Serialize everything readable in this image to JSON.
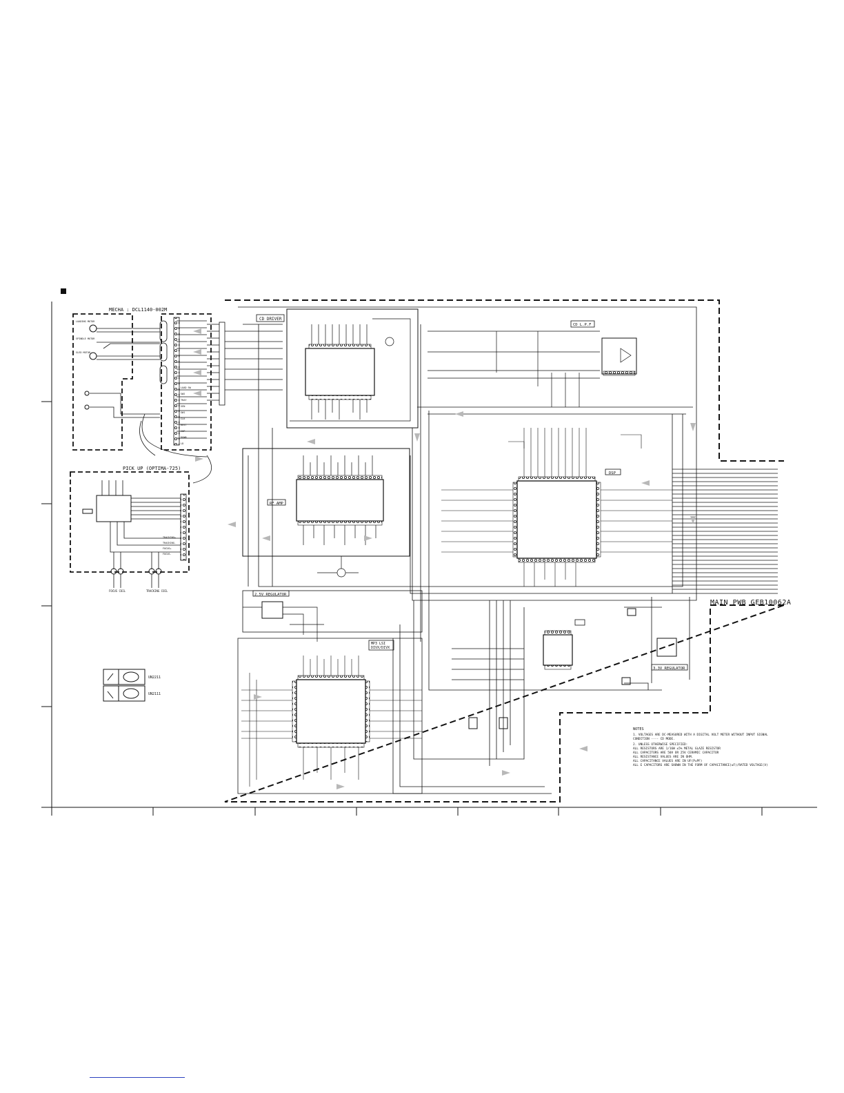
{
  "diagram": {
    "blocks": {
      "mecha": "MECHA : DCL1140-002M",
      "pickup": "PICK UP  (OPTIMA-725)",
      "cd_driver": "CD DRIVER",
      "rf_amp": "RF AMP",
      "dsp": "DSP",
      "cd_lpf": "CD L.P.F",
      "reg_25": "2.5V REGULATOR",
      "reg_33": "3.3V REGULATOR",
      "mp3_lsi": "MP3 LSI\nDIVX/DIVX",
      "main_pwb": "MAIN PWB GEB10062A"
    },
    "mecha_pins": [
      "LOAD SW",
      "SW2",
      "TRAY",
      "SEN",
      "SW1",
      "CLK",
      "REST",
      "CUP",
      "DOWN",
      "LD",
      "TRACKING+",
      "TRACKING-",
      "FOCUS+",
      "FOCUS-"
    ],
    "mecha_switches": [
      "LOADING MOTOR",
      "SPINDLE MOTOR",
      "SLED MOTOR"
    ],
    "coils": [
      "FOCUS COIL",
      "TRACKING COIL"
    ],
    "parts": [
      "UN2211",
      "UN2111"
    ],
    "notes": {
      "title": "NOTES",
      "lines": [
        "1. VOLTAGES ARE DC-MEASURED WITH A DIGITAL VOLT METER WITHOUT INPUT SIGNAL",
        "   CONDITION ---- CD MODE.",
        "2. UNLESS OTHERWISE SPECIFIED:",
        "   ALL RESISTORS ARE 1/16W ±5% METAL GLAZE RESISTOR",
        "   ALL CAPACITORS ARE 50V OR 25V CERAMIC CAPACITOR",
        "   ALL RESISTANCE VALUES ARE IN OHM.",
        "   ALL CAPACITANCE VALUES ARE IN UF(P=PF)",
        "   ALL E CAPACITORS ARE SHOWN IN THE FORM OF CAPACITANCE(uF)/RATED VOLTAGE(V)"
      ]
    }
  },
  "colors": {
    "ink": "#111111",
    "link": "#2a3fbf",
    "arrow": "#b8b8b8"
  }
}
